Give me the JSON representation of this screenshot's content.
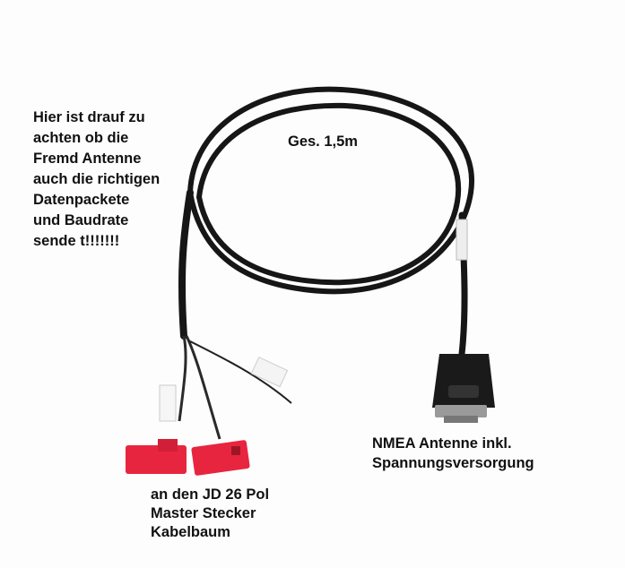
{
  "annotations": {
    "warning": [
      "Hier ist drauf zu",
      "achten ob die",
      "Fremd Antenne",
      "auch die richtigen",
      "Datenpackete",
      "und Baudrate",
      "sende t!!!!!!!"
    ],
    "length": "Ges. 1,5m",
    "nmea": [
      "NMEA Antenne inkl.",
      "Spannungsversorgung"
    ],
    "harness": [
      "an den JD 26 Pol",
      "Master Stecker",
      "Kabelbaum"
    ]
  },
  "colors": {
    "cable": "#141414",
    "connector_red": "#e8253f",
    "text": "#111111"
  }
}
